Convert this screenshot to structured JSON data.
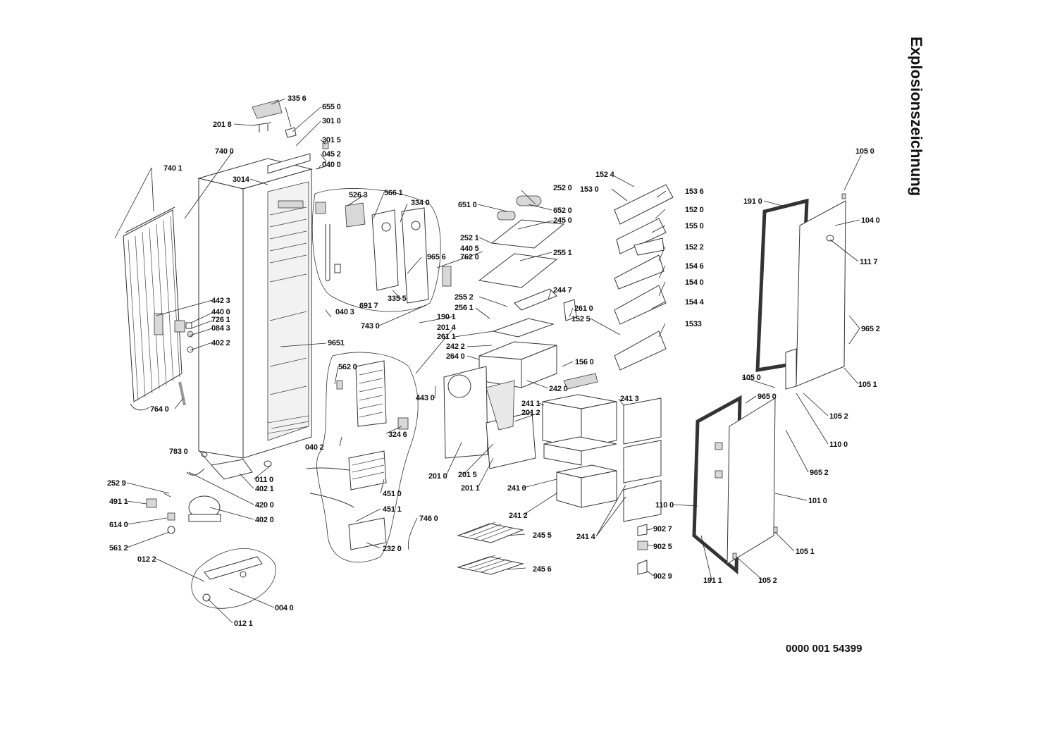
{
  "title": "Explosionszeichnung",
  "drawing_number": "0000 001 54399",
  "part_labels": {
    "p3356": "335 6",
    "p6550": "655 0",
    "p2018": "201 8",
    "p3010": "301 0",
    "p3015": "301 5",
    "p0452": "045 2",
    "p0400": "040 0",
    "p7400": "740 0",
    "p7401": "740 1",
    "p3014": "3014",
    "p5263": "526 3",
    "p5661": "566 1",
    "p3340": "334 0",
    "p9656": "965 6",
    "p3355": "335 5",
    "p6917": "691 7",
    "p0403": "040 3",
    "p7430": "743 0",
    "p4423": "442 3",
    "p4400": "440 0",
    "p7261": "726 1",
    "p0843": "084 3",
    "p4022": "402 2",
    "p9651": "9651",
    "p5620": "562 0",
    "p7640": "764 0",
    "p3246": "324 6",
    "p0402": "040 2",
    "p7830": "783 0",
    "p0110": "011 0",
    "p4021": "402 1",
    "p4200": "420 0",
    "p4020": "402 0",
    "p2529": "252 9",
    "p4911": "491 1",
    "p6140": "614 0",
    "p5612": "561 2",
    "p0122": "012 2",
    "p0040": "004 0",
    "p0121": "012 1",
    "p4510": "451 0",
    "p4511": "451 1",
    "p7460": "746 0",
    "p2320": "232 0",
    "p6510": "651 0",
    "p2520": "252 0",
    "p6520": "652 0",
    "p2450": "245 0",
    "p2521": "252 1",
    "p4405": "440 5",
    "p7620": "762 0",
    "p2551": "255 1",
    "p2552": "255 2",
    "p2561": "256 1",
    "p2447": "244 7",
    "p1901": "190 1",
    "p2014": "201 4",
    "p2611": "261 1",
    "p2422": "242 2",
    "p2640": "264 0",
    "p4430": "443 0",
    "p2610": "261 0",
    "p1525": "152 5",
    "p1560": "156 0",
    "p2420": "242 0",
    "p2411": "241 1",
    "p2012": "201 2",
    "p2413": "241 3",
    "p2010": "201 0",
    "p2015": "201 5",
    "p2011": "201 1",
    "p2410": "241 0",
    "p2412": "241 2",
    "p2414": "241 4",
    "p2455": "245 5",
    "p2456": "245 6",
    "p1524": "152 4",
    "p1530": "153 0",
    "p1536": "153 6",
    "p1520": "152 0",
    "p1550": "155 0",
    "p1522": "152 2",
    "p1546": "154 6",
    "p1540": "154 0",
    "p1544": "154 4",
    "p1533": "1533",
    "p9027": "902 7",
    "p9025": "902 5",
    "p9029": "902 9",
    "p1050a": "105 0",
    "p1910": "191 0",
    "p1040": "104 0",
    "p1117": "111 7",
    "p9652a": "965 2",
    "p1051a": "105 1",
    "p1050b": "105 0",
    "p9650": "965 0",
    "p1052a": "105 2",
    "p1100a": "110 0",
    "p9652b": "965 2",
    "p1010": "101 0",
    "p1100b": "110 0",
    "p1051b": "105 1",
    "p1911": "191 1",
    "p1052b": "105 2"
  }
}
